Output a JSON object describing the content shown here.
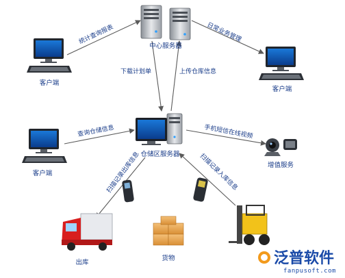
{
  "nodes": {
    "central_server": "中心服务器",
    "client_left_top": "客户端",
    "client_right": "客户端",
    "client_left_mid": "客户端",
    "warehouse_server": "仓储区服务器",
    "value_added": "增值服务",
    "outbound": "出库",
    "goods": "货物"
  },
  "edges": {
    "stats_reports": "统计查询报表",
    "daily_management": "日常业务管理",
    "download_plan": "下载计划单",
    "upload_info": "上传仓库信息",
    "query_storage": "查询仓储信息",
    "mobile_sms": "手机短信在线视频",
    "scan_outbound": "扫描记录出库信息",
    "scan_inbound": "扫描记录入库信息"
  },
  "brand": {
    "name": "泛普软件",
    "url": "fanpusoft.com"
  },
  "colors": {
    "label": "#1a3d8a",
    "connector": "#5a5a5a",
    "brand": "#1a4aa8"
  }
}
